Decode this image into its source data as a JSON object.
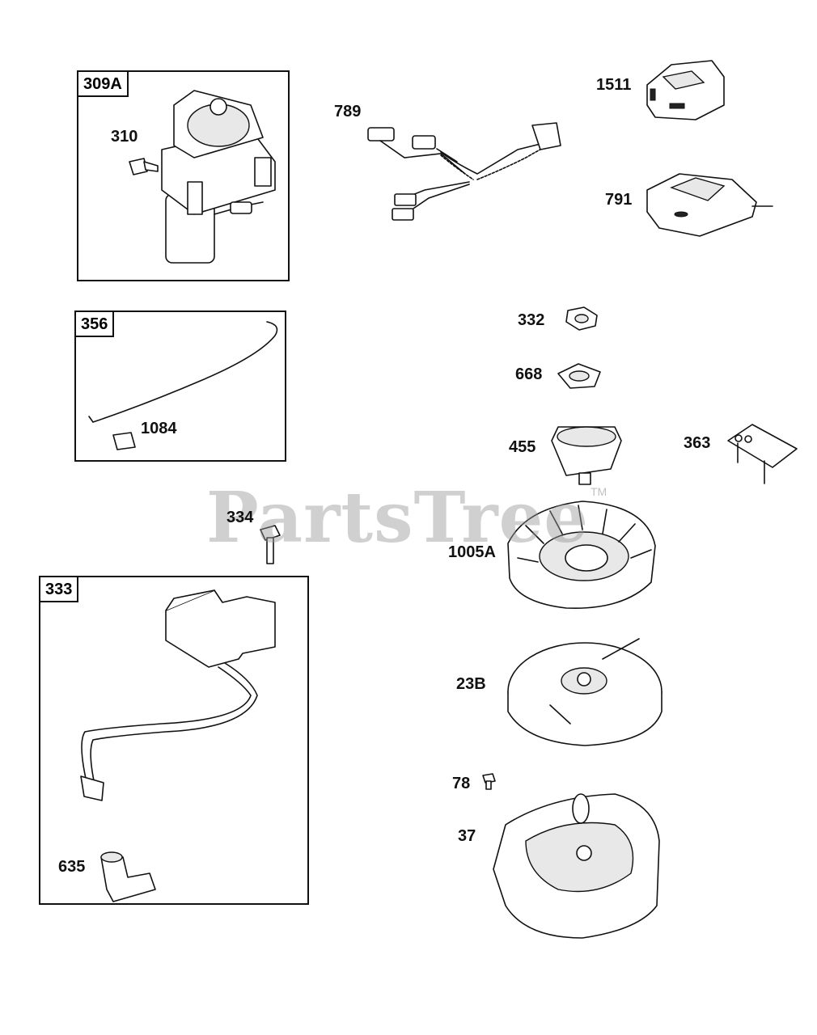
{
  "diagram": {
    "watermark": "PartsTree",
    "trademark": "TM",
    "boxes": [
      {
        "id": "309A"
      },
      {
        "id": "356"
      },
      {
        "id": "333"
      }
    ],
    "labels": {
      "p310": "310",
      "p789": "789",
      "p1511": "1511",
      "p791": "791",
      "p332": "332",
      "p668": "668",
      "p1084": "1084",
      "p455": "455",
      "p363": "363",
      "p334": "334",
      "p1005A": "1005A",
      "p23B": "23B",
      "p78": "78",
      "p37": "37",
      "p635": "635"
    }
  }
}
